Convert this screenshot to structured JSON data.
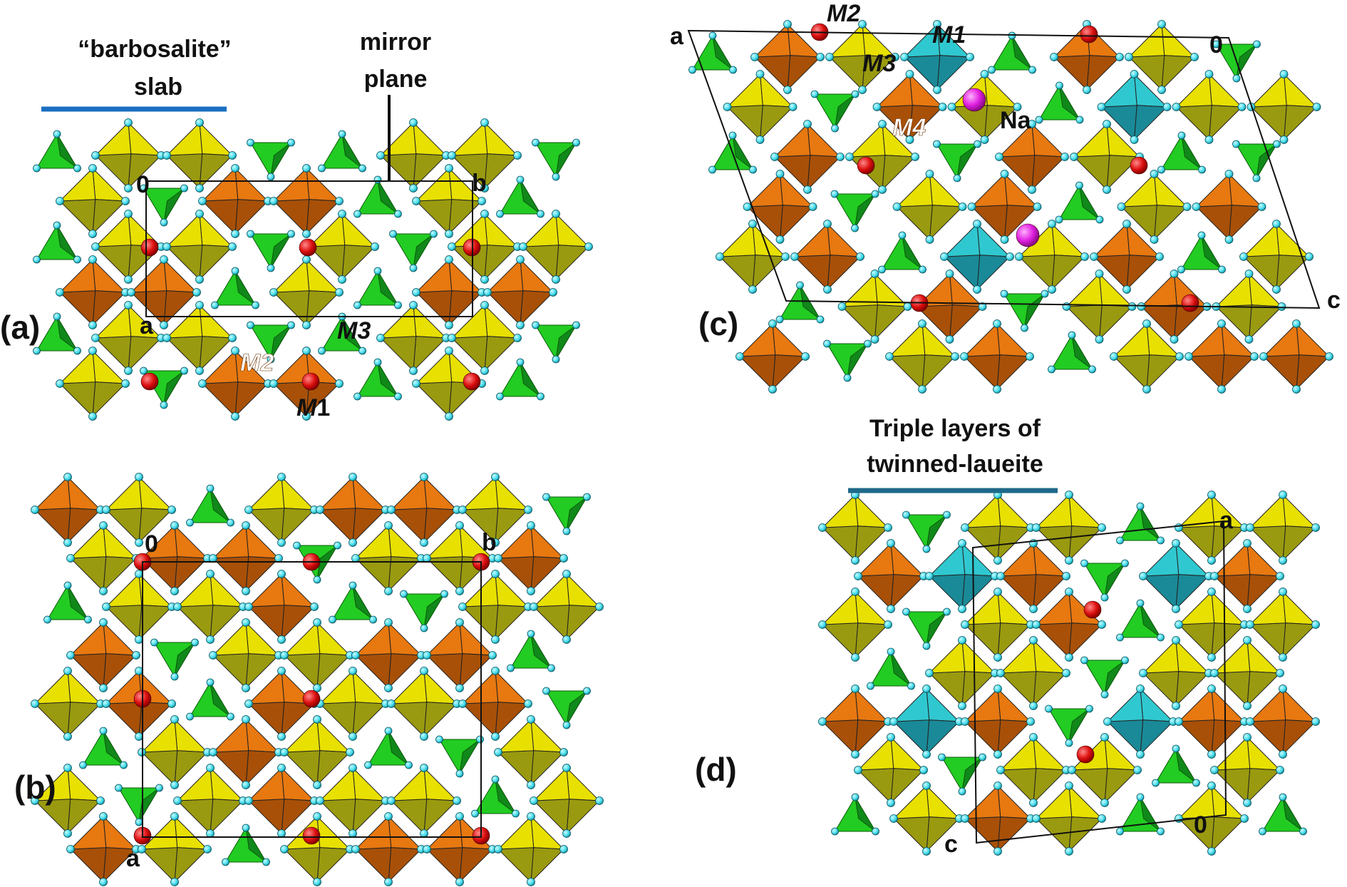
{
  "panels": {
    "a": {
      "label": "(a)",
      "slab_label_line1": "“barbosalite”",
      "slab_label_line2": "slab",
      "mirror_line1": "mirror",
      "mirror_line2": "plane",
      "axis_origin": "0",
      "axis_b": "b",
      "axis_a": "a",
      "site_m2": "M2",
      "site_m3": "M3",
      "site_m1_italic": "M",
      "site_m1_num": "1"
    },
    "b": {
      "label": "(b)",
      "axis_origin": "0",
      "axis_b": "b",
      "axis_a": "a"
    },
    "c": {
      "label": "(c)",
      "axis_a": "a",
      "axis_origin": "0",
      "axis_c": "c",
      "site_m2": "M2",
      "site_m1": "M1",
      "site_m3": "M3",
      "site_m4": "M4",
      "site_na": "Na"
    },
    "d": {
      "label": "(d)",
      "title_line1": "Triple layers of",
      "title_line2": "twinned-laueite",
      "axis_a": "a",
      "axis_origin": "0",
      "axis_c": "c"
    }
  },
  "colors": {
    "tetrahedron_green": "#22cc22",
    "tetrahedron_dark": "#11881a",
    "octahedron_yellow": "#e8e000",
    "octahedron_olive": "#9a9a10",
    "octahedron_orange": "#e87810",
    "octahedron_brown": "#a85008",
    "octahedron_cyan": "#30c8d0",
    "oxygen_cyan": "#40d8e8",
    "cation_red": "#dd1010",
    "sodium_magenta": "#e020e0",
    "slab_bar_blue": "#1a6fc0",
    "layer_bar_teal": "#1e6888"
  }
}
